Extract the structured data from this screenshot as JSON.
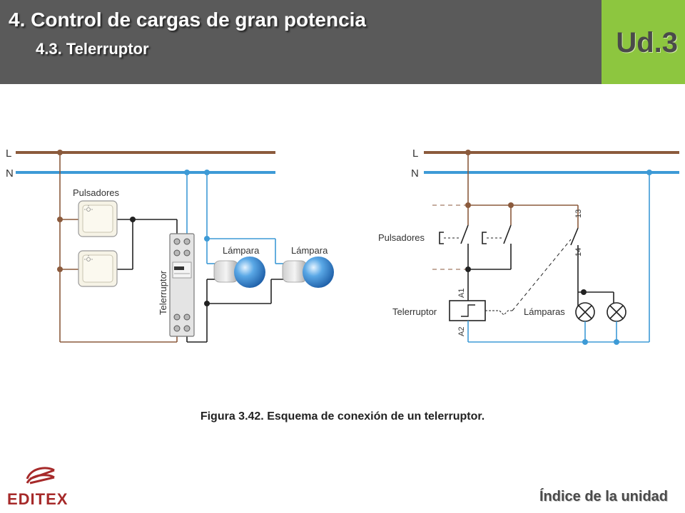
{
  "header": {
    "title": "4. Control de cargas de gran potencia",
    "subtitle": "4.3. Telerruptor",
    "unit": "Ud.3"
  },
  "wiring": {
    "line_label": "L",
    "neutral_label": "N",
    "pushbuttons_label": "Pulsadores",
    "lamp1_label": "Lámpara",
    "lamp2_label": "Lámpara",
    "relay_label": "Telerruptor"
  },
  "schematic": {
    "line_label": "L",
    "neutral_label": "N",
    "pushbuttons_label": "Pulsadores",
    "relay_label": "Telerruptor",
    "lamps_label": "Lámparas",
    "terminal_a1": "A1",
    "terminal_a2": "A2",
    "terminal_13": "13",
    "terminal_14": "14"
  },
  "caption": "Figura 3.42. Esquema de conexión de un telerruptor.",
  "footer": {
    "logo_text": "EDITEX",
    "index_link": "Índice de la unidad"
  },
  "colors": {
    "phase": "#8b5a3c",
    "neutral": "#3d9ad6",
    "accent": "#8dc63f",
    "header": "#5a5a5a"
  }
}
